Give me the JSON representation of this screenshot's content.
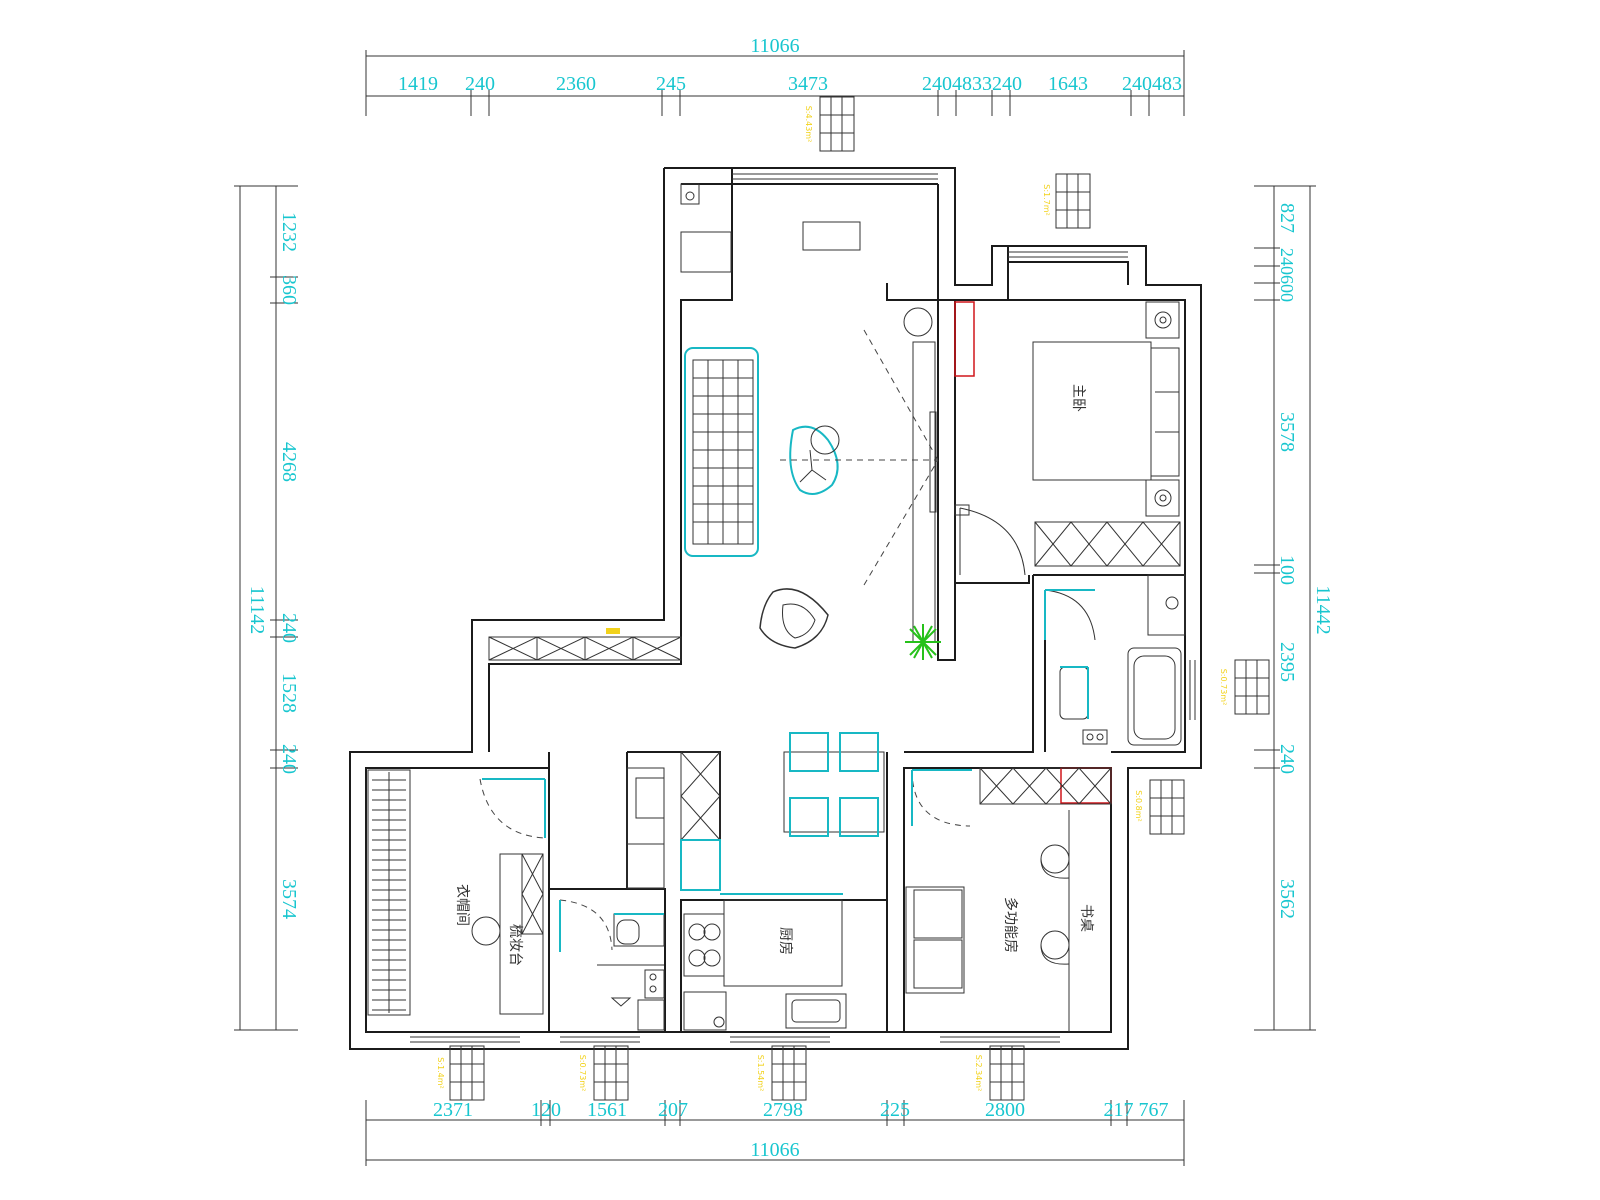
{
  "dimensions": {
    "top_total": "11066",
    "top_segments": [
      "1419",
      "240",
      "2360",
      "245",
      "3473",
      "2404833240",
      "1643",
      "240483"
    ],
    "bottom_total": "11066",
    "bottom_segments": [
      "2371",
      "120",
      "1561",
      "207",
      "2798",
      "225",
      "2800",
      "217 767"
    ],
    "left_total": "11142",
    "left_segments": [
      "1232",
      "360",
      "4268",
      "240",
      "1528",
      "240",
      "3574"
    ],
    "right_total": "11442",
    "right_segments": [
      "827",
      "240600",
      "3578",
      "100",
      "2395",
      "240",
      "3562"
    ]
  },
  "rooms": {
    "master_bedroom": "主卧",
    "cloakroom": "衣帽间",
    "dressing": "梳妆台",
    "kitchen": "厨房",
    "multi_room": "多功能房",
    "desk": "书桌"
  },
  "window_areas": {
    "top": "S:4.43m²",
    "top_right": "S:1.7m²",
    "bath": "S:0.73m²",
    "study_right": "S:0.8m²",
    "b1": "S:1.4m²",
    "b2": "S:0.73m²",
    "b3": "S:1.54m²",
    "b4": "S:2.34m²"
  },
  "colors": {
    "dimension": "#18c6cf",
    "walls": "#1b1b1b",
    "furniture_accent": "#18b8c4",
    "window_label": "#f2d21b",
    "marker_red": "#d0161b",
    "plant": "#26c11a"
  }
}
